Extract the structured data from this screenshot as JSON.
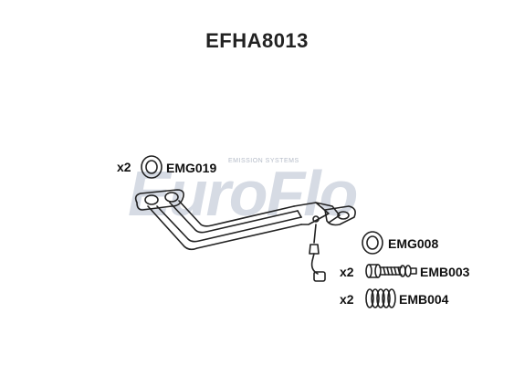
{
  "title": "EFHA8013",
  "watermark": {
    "brand": "EuroFlo",
    "tagline": "EMISSION SYSTEMS"
  },
  "parts": [
    {
      "code": "EMG019",
      "qty": "x2"
    },
    {
      "code": "EMG008",
      "qty": ""
    },
    {
      "code": "EMB003",
      "qty": "x2"
    },
    {
      "code": "EMB004",
      "qty": "x2"
    }
  ],
  "colors": {
    "line": "#222222",
    "watermark": "#d6dbe4"
  }
}
